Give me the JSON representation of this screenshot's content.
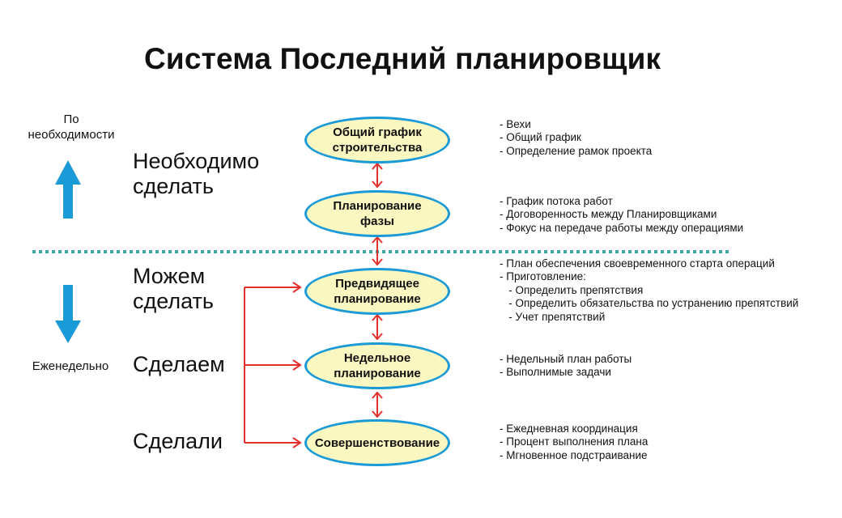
{
  "title": "Система Последний планировщик",
  "left_labels": {
    "top": "По\nнеобходимости",
    "bottom": "Еженедельно"
  },
  "stages": {
    "should": "Необходимо\nсделать",
    "can": "Можем\nсделать",
    "will": "Сделаем",
    "did": "Сделали"
  },
  "nodes": {
    "master": "Общий график\nстроительства",
    "phase": "Планирование\nфазы",
    "lookahead": "Предвидящее\nпланирование",
    "weekly": "Недельное\nпланирование",
    "improvement": "Совершенствование"
  },
  "notes": {
    "master": [
      "- Вехи",
      "- Общий график",
      "- Определение рамок проекта"
    ],
    "phase": [
      "- График потока работ",
      "- Договоренность между Планировщиками",
      "- Фокус на передаче работы между операциями"
    ],
    "lookahead": [
      "- План обеспечения своевременного старта операций",
      "- Приготовление:",
      "   - Определить препятствия",
      "   - Определить обязательства по устранению препятствий",
      "   - Учет препятствий"
    ],
    "weekly": [
      "- Недельный план работы",
      "- Выполнимые задачи"
    ],
    "improvement": [
      "- Ежедневная координация",
      "- Процент выполнения плана",
      "- Мгновенное подстраивание"
    ]
  },
  "colors": {
    "arrow_blue": "#1a9ad6",
    "node_fill": "#fbf7c0",
    "node_border": "#1a9ad6",
    "connector_red": "#e0322b",
    "divider_teal": "#3aa7a0"
  }
}
